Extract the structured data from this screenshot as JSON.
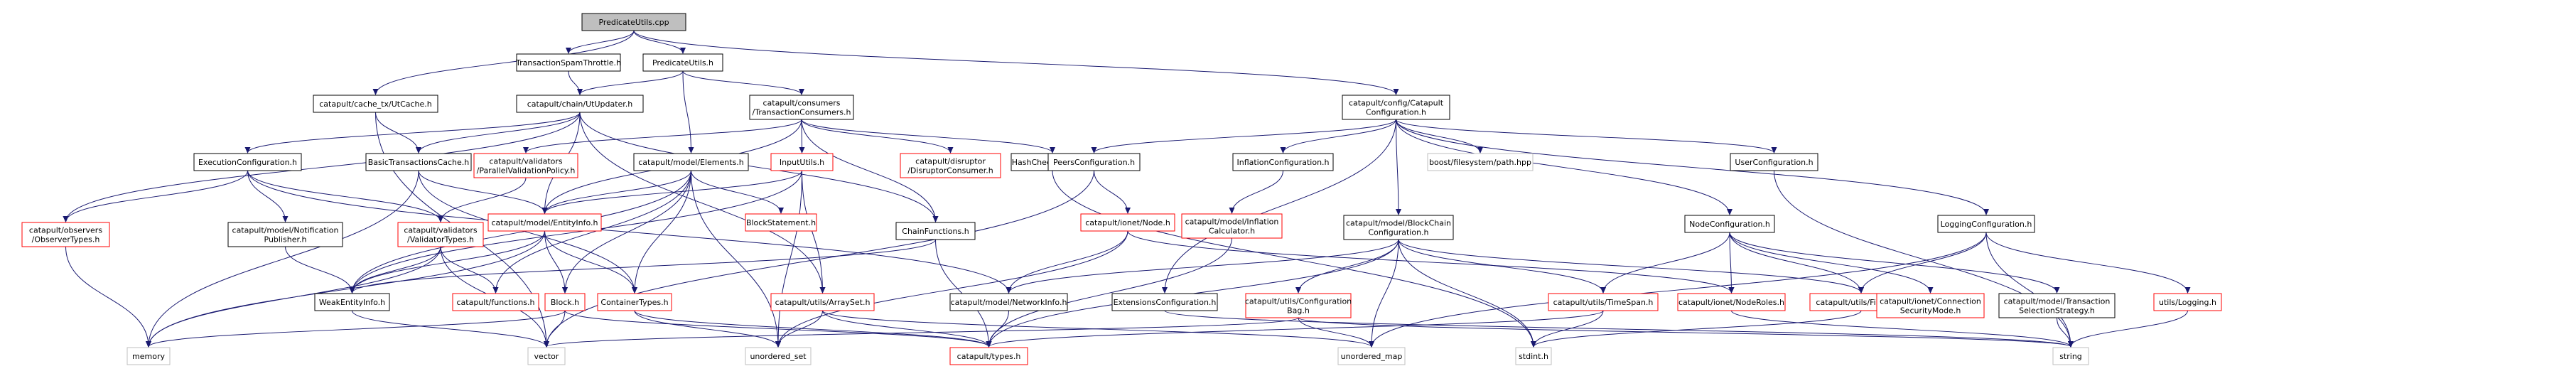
{
  "colors": {
    "edge": "#191970",
    "normal_border": "#000000",
    "red_border": "#ff0000",
    "missing_border": "#bfbfbf",
    "root_fill": "#bfbfbf"
  },
  "nodes": [
    {
      "id": "n0",
      "lines": [
        "PredicateUtils.cpp"
      ],
      "style": "root"
    },
    {
      "id": "n1",
      "lines": [
        "catapult/cache_tx/UtCache.h"
      ],
      "style": "normal"
    },
    {
      "id": "n2",
      "lines": [
        "TransactionSpamThrottle.h"
      ],
      "style": "normal"
    },
    {
      "id": "n3",
      "lines": [
        "PredicateUtils.h"
      ],
      "style": "normal"
    },
    {
      "id": "n4",
      "lines": [
        "catapult/config/Catapult",
        "Configuration.h"
      ],
      "style": "normal"
    },
    {
      "id": "n5",
      "lines": [
        "catapult/chain/UtUpdater.h"
      ],
      "style": "normal"
    },
    {
      "id": "n6",
      "lines": [
        "catapult/consumers",
        "/TransactionConsumers.h"
      ],
      "style": "normal"
    },
    {
      "id": "n7",
      "lines": [
        "ExecutionConfiguration.h"
      ],
      "style": "normal"
    },
    {
      "id": "n8",
      "lines": [
        "BasicTransactionsCache.h"
      ],
      "style": "normal"
    },
    {
      "id": "n9",
      "lines": [
        "catapult/validators",
        "/ParallelValidationPolicy.h"
      ],
      "style": "red"
    },
    {
      "id": "n10",
      "lines": [
        "catapult/model/Elements.h"
      ],
      "style": "normal"
    },
    {
      "id": "n11",
      "lines": [
        "InputUtils.h"
      ],
      "style": "red"
    },
    {
      "id": "n12",
      "lines": [
        "catapult/disruptor",
        "/DisruptorConsumer.h"
      ],
      "style": "red"
    },
    {
      "id": "n13",
      "lines": [
        "HashCheckOptions.h"
      ],
      "style": "normal"
    },
    {
      "id": "n14",
      "lines": [
        "PeersConfiguration.h"
      ],
      "style": "normal"
    },
    {
      "id": "n15",
      "lines": [
        "InflationConfiguration.h"
      ],
      "style": "normal"
    },
    {
      "id": "n16",
      "lines": [
        "boost/filesystem/path.hpp"
      ],
      "style": "missing"
    },
    {
      "id": "n17",
      "lines": [
        "UserConfiguration.h"
      ],
      "style": "normal"
    },
    {
      "id": "n18",
      "lines": [
        "catapult/observers",
        "/ObserverTypes.h"
      ],
      "style": "red"
    },
    {
      "id": "n19",
      "lines": [
        "catapult/model/Notification",
        "Publisher.h"
      ],
      "style": "normal"
    },
    {
      "id": "n20",
      "lines": [
        "catapult/validators",
        "/ValidatorTypes.h"
      ],
      "style": "red"
    },
    {
      "id": "n21",
      "lines": [
        "catapult/model/EntityInfo.h"
      ],
      "style": "red"
    },
    {
      "id": "n22",
      "lines": [
        "BlockStatement.h"
      ],
      "style": "red"
    },
    {
      "id": "n23",
      "lines": [
        "ChainFunctions.h"
      ],
      "style": "normal"
    },
    {
      "id": "n24",
      "lines": [
        "catapult/ionet/Node.h"
      ],
      "style": "red"
    },
    {
      "id": "n25",
      "lines": [
        "catapult/model/Inflation",
        "Calculator.h"
      ],
      "style": "red"
    },
    {
      "id": "n26",
      "lines": [
        "catapult/model/BlockChain",
        "Configuration.h"
      ],
      "style": "normal"
    },
    {
      "id": "n27",
      "lines": [
        "NodeConfiguration.h"
      ],
      "style": "normal"
    },
    {
      "id": "n28",
      "lines": [
        "LoggingConfiguration.h"
      ],
      "style": "normal"
    },
    {
      "id": "n29",
      "lines": [
        "WeakEntityInfo.h"
      ],
      "style": "normal"
    },
    {
      "id": "n30",
      "lines": [
        "catapult/functions.h"
      ],
      "style": "red"
    },
    {
      "id": "n31",
      "lines": [
        "Block.h"
      ],
      "style": "red"
    },
    {
      "id": "n32",
      "lines": [
        "ContainerTypes.h"
      ],
      "style": "red"
    },
    {
      "id": "n33",
      "lines": [
        "catapult/utils/ArraySet.h"
      ],
      "style": "red"
    },
    {
      "id": "n34",
      "lines": [
        "catapult/model/NetworkInfo.h"
      ],
      "style": "normal"
    },
    {
      "id": "n35",
      "lines": [
        "ExtensionsConfiguration.h"
      ],
      "style": "normal"
    },
    {
      "id": "n36",
      "lines": [
        "catapult/utils/Configuration",
        "Bag.h"
      ],
      "style": "red"
    },
    {
      "id": "n37",
      "lines": [
        "catapult/utils/TimeSpan.h"
      ],
      "style": "red"
    },
    {
      "id": "n38",
      "lines": [
        "catapult/ionet/NodeRoles.h"
      ],
      "style": "red"
    },
    {
      "id": "n39",
      "lines": [
        "catapult/utils/FileSize.h"
      ],
      "style": "red"
    },
    {
      "id": "n40",
      "lines": [
        "catapult/ionet/Connection",
        "SecurityMode.h"
      ],
      "style": "red"
    },
    {
      "id": "n41",
      "lines": [
        "catapult/model/Transaction",
        "SelectionStrategy.h"
      ],
      "style": "normal"
    },
    {
      "id": "n42",
      "lines": [
        "utils/Logging.h"
      ],
      "style": "red"
    },
    {
      "id": "n43",
      "lines": [
        "memory"
      ],
      "style": "missing"
    },
    {
      "id": "n44",
      "lines": [
        "vector"
      ],
      "style": "missing"
    },
    {
      "id": "n45",
      "lines": [
        "unordered_set"
      ],
      "style": "missing"
    },
    {
      "id": "n46",
      "lines": [
        "catapult/types.h"
      ],
      "style": "red"
    },
    {
      "id": "n47",
      "lines": [
        "unordered_map"
      ],
      "style": "missing"
    },
    {
      "id": "n48",
      "lines": [
        "stdint.h"
      ],
      "style": "missing"
    },
    {
      "id": "n49",
      "lines": [
        "string"
      ],
      "style": "missing"
    }
  ],
  "edges": [
    [
      "n0",
      "n1"
    ],
    [
      "n0",
      "n2"
    ],
    [
      "n0",
      "n3"
    ],
    [
      "n0",
      "n4"
    ],
    [
      "n1",
      "n8"
    ],
    [
      "n1",
      "n44"
    ],
    [
      "n2",
      "n5"
    ],
    [
      "n3",
      "n5"
    ],
    [
      "n3",
      "n6"
    ],
    [
      "n3",
      "n10"
    ],
    [
      "n5",
      "n7"
    ],
    [
      "n5",
      "n8"
    ],
    [
      "n5",
      "n18"
    ],
    [
      "n5",
      "n21"
    ],
    [
      "n5",
      "n23"
    ],
    [
      "n5",
      "n33"
    ],
    [
      "n6",
      "n9"
    ],
    [
      "n6",
      "n11"
    ],
    [
      "n6",
      "n12"
    ],
    [
      "n6",
      "n13"
    ],
    [
      "n6",
      "n21"
    ],
    [
      "n6",
      "n23"
    ],
    [
      "n7",
      "n18"
    ],
    [
      "n7",
      "n19"
    ],
    [
      "n7",
      "n20"
    ],
    [
      "n7",
      "n34"
    ],
    [
      "n8",
      "n21"
    ],
    [
      "n8",
      "n32"
    ],
    [
      "n8",
      "n43"
    ],
    [
      "n9",
      "n20"
    ],
    [
      "n10",
      "n21"
    ],
    [
      "n10",
      "n22"
    ],
    [
      "n10",
      "n29"
    ],
    [
      "n10",
      "n30"
    ],
    [
      "n10",
      "n31"
    ],
    [
      "n10",
      "n32"
    ],
    [
      "n10",
      "n45"
    ],
    [
      "n11",
      "n21"
    ],
    [
      "n11",
      "n29"
    ],
    [
      "n11",
      "n33"
    ],
    [
      "n11",
      "n45"
    ],
    [
      "n4",
      "n14"
    ],
    [
      "n4",
      "n15"
    ],
    [
      "n4",
      "n16"
    ],
    [
      "n4",
      "n17"
    ],
    [
      "n4",
      "n26"
    ],
    [
      "n4",
      "n27"
    ],
    [
      "n4",
      "n28"
    ],
    [
      "n4",
      "n35"
    ],
    [
      "n14",
      "n24"
    ],
    [
      "n14",
      "n44"
    ],
    [
      "n15",
      "n25"
    ],
    [
      "n17",
      "n49"
    ],
    [
      "n18",
      "n43"
    ],
    [
      "n19",
      "n29"
    ],
    [
      "n20",
      "n29"
    ],
    [
      "n20",
      "n30"
    ],
    [
      "n20",
      "n43"
    ],
    [
      "n20",
      "n44"
    ],
    [
      "n21",
      "n29"
    ],
    [
      "n21",
      "n31"
    ],
    [
      "n21",
      "n32"
    ],
    [
      "n21",
      "n43"
    ],
    [
      "n23",
      "n29"
    ],
    [
      "n23",
      "n46"
    ],
    [
      "n24",
      "n34"
    ],
    [
      "n24",
      "n38"
    ],
    [
      "n24",
      "n45"
    ],
    [
      "n25",
      "n46"
    ],
    [
      "n26",
      "n34"
    ],
    [
      "n26",
      "n36"
    ],
    [
      "n26",
      "n37"
    ],
    [
      "n26",
      "n39"
    ],
    [
      "n26",
      "n46"
    ],
    [
      "n26",
      "n47"
    ],
    [
      "n26",
      "n48"
    ],
    [
      "n27",
      "n37"
    ],
    [
      "n27",
      "n38"
    ],
    [
      "n27",
      "n39"
    ],
    [
      "n27",
      "n40"
    ],
    [
      "n27",
      "n41"
    ],
    [
      "n28",
      "n39"
    ],
    [
      "n28",
      "n42"
    ],
    [
      "n28",
      "n47"
    ],
    [
      "n28",
      "n49"
    ],
    [
      "n29",
      "n44"
    ],
    [
      "n31",
      "n43"
    ],
    [
      "n31",
      "n44"
    ],
    [
      "n31",
      "n46"
    ],
    [
      "n32",
      "n45"
    ],
    [
      "n32",
      "n46"
    ],
    [
      "n33",
      "n45"
    ],
    [
      "n33",
      "n46"
    ],
    [
      "n33",
      "n47"
    ],
    [
      "n34",
      "n46"
    ],
    [
      "n35",
      "n49"
    ],
    [
      "n36",
      "n44"
    ],
    [
      "n36",
      "n47"
    ],
    [
      "n36",
      "n49"
    ],
    [
      "n37",
      "n46"
    ],
    [
      "n37",
      "n48"
    ],
    [
      "n38",
      "n49"
    ],
    [
      "n39",
      "n48"
    ],
    [
      "n41",
      "n49"
    ],
    [
      "n42",
      "n49"
    ],
    [
      "n13",
      "n48"
    ]
  ]
}
